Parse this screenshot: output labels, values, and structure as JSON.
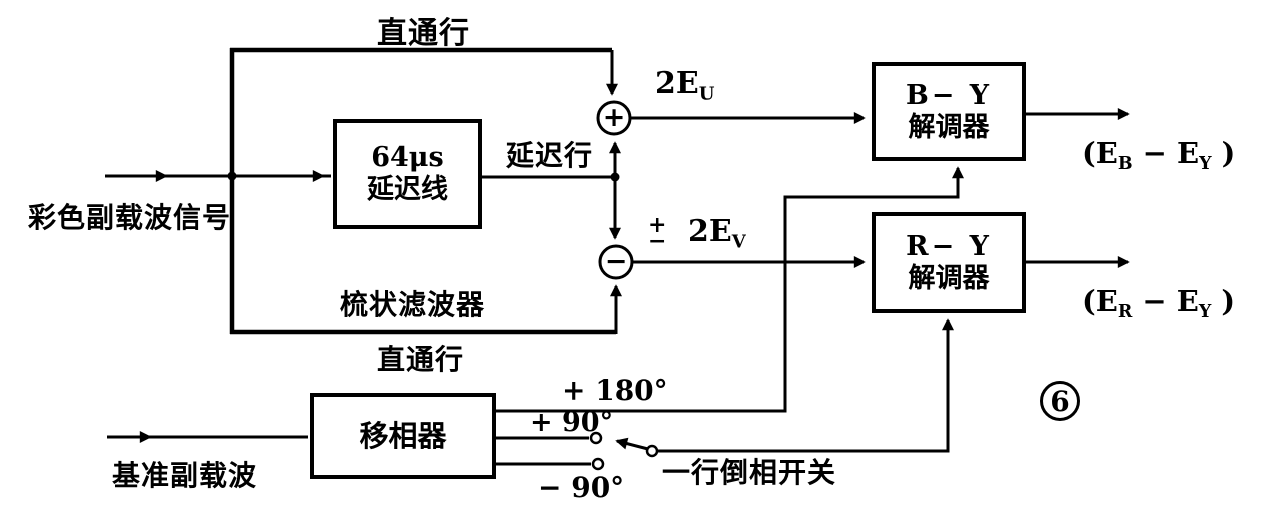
{
  "figure": {
    "number": "6"
  },
  "inputs": {
    "chroma": "彩色副载波信号",
    "reference": "基准副载波"
  },
  "comb_filter": {
    "title": "梳状滤波器",
    "direct_path_top": "直通行",
    "direct_path_bottom": "直通行",
    "delayed_path": "延迟行",
    "adder_plus": "+",
    "adder_minus": "−"
  },
  "blocks": {
    "delay_line": {
      "line1": "64μs",
      "line2": "延迟线"
    },
    "by_demod": {
      "line1": "B− Y",
      "line2": "解调器"
    },
    "ry_demod": {
      "line1": "R− Y",
      "line2": "解调器"
    },
    "phase_shifter": {
      "label": "移相器"
    }
  },
  "signals": {
    "eu": {
      "main": "2E",
      "sub": "U"
    },
    "ev": {
      "plus": "+",
      "minus": "−",
      "main": "2E",
      "sub": "V"
    },
    "out_by": {
      "p1": "(E",
      "s1": "B",
      "p2": " − E",
      "s2": "Y",
      "p3": " )"
    },
    "out_ry": {
      "p1": "(E",
      "s1": "R",
      "p2": " − E",
      "s2": "Y",
      "p3": " )"
    }
  },
  "phase_outputs": {
    "p180": "+ 180°",
    "p90": "+ 90°",
    "m90": "− 90°"
  },
  "switch": {
    "label": "一行倒相开关"
  }
}
